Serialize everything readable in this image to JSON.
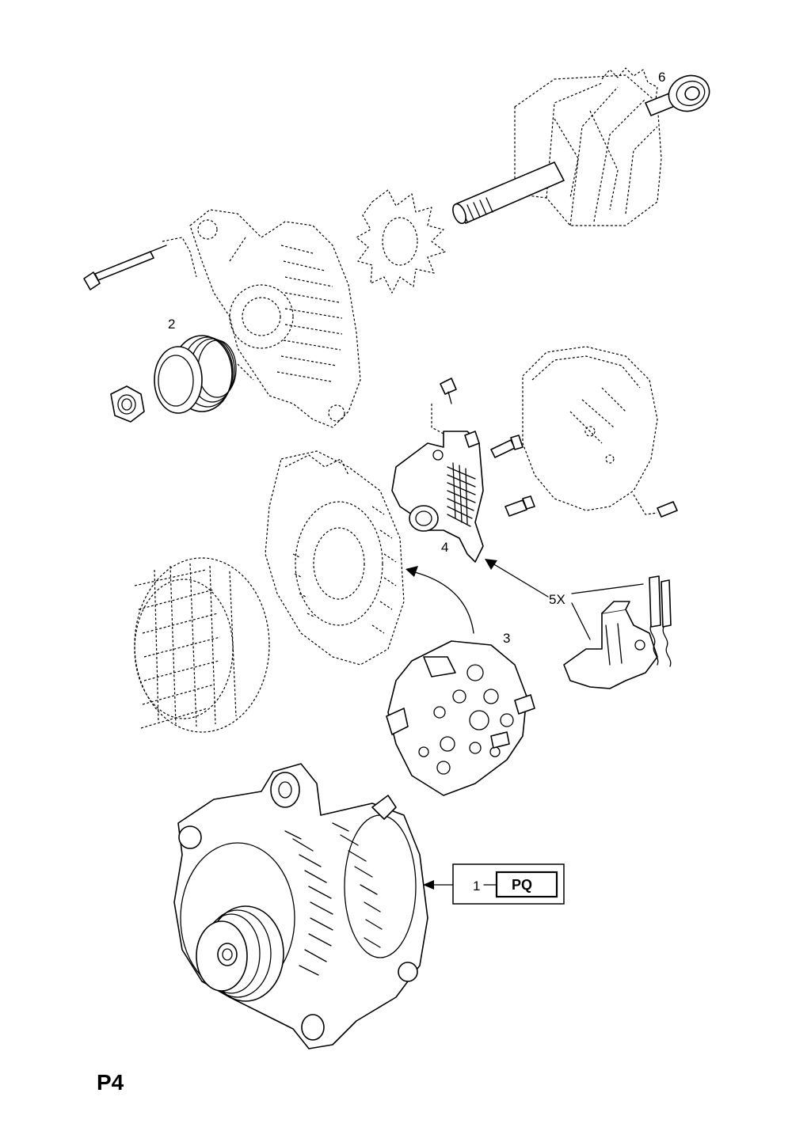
{
  "diagram": {
    "page_code": "P4",
    "callouts": [
      {
        "id": "callout-6",
        "label": "6"
      },
      {
        "id": "callout-2",
        "label": "2"
      },
      {
        "id": "callout-4",
        "label": "4"
      },
      {
        "id": "callout-5x",
        "label": "5X"
      },
      {
        "id": "callout-3",
        "label": "3"
      }
    ],
    "code_box": {
      "item": "1",
      "code": "PQ"
    }
  }
}
